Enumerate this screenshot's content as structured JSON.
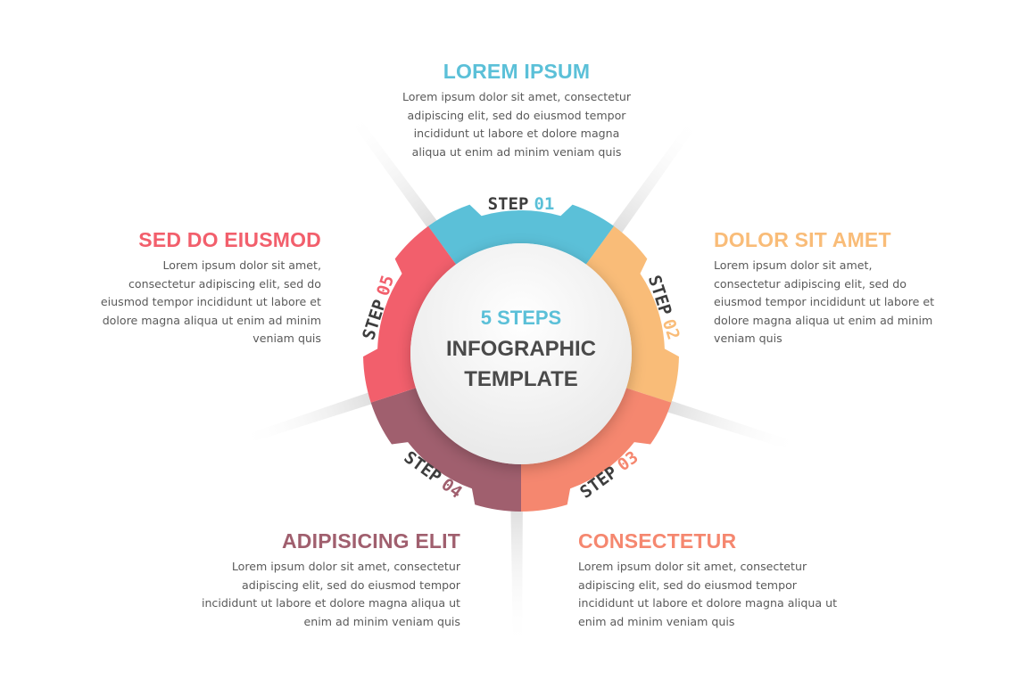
{
  "center": {
    "line1": "5 STEPS",
    "line2": "INFOGRAPHIC",
    "line3": "TEMPLATE",
    "accent": "#5bc0d8",
    "text_color": "#4a4a4a"
  },
  "steps": [
    {
      "word": "STEP",
      "number": "01",
      "color": "#5bc0d8",
      "title": "LOREM IPSUM",
      "lines": [
        "Lorem ipsum dolor sit amet, consectetur",
        "adipiscing elit, sed do eiusmod tempor",
        "incididunt ut labore et dolore magna",
        "aliqua ut enim ad minim veniam quis"
      ]
    },
    {
      "word": "STEP",
      "number": "02",
      "color": "#f9bc78",
      "title": "DOLOR SIT AMET",
      "lines": [
        "Lorem ipsum dolor sit amet,",
        "consectetur adipiscing elit, sed do",
        "eiusmod tempor incididunt ut labore et",
        "dolore magna aliqua ut enim ad minim",
        "veniam quis"
      ]
    },
    {
      "word": "STEP",
      "number": "03",
      "color": "#f5876f",
      "title": "CONSECTETUR",
      "lines": [
        "Lorem ipsum dolor sit amet, consectetur",
        "adipiscing elit, sed do eiusmod tempor",
        "incididunt ut labore et dolore magna aliqua ut",
        "enim ad minim veniam quis"
      ]
    },
    {
      "word": "STEP",
      "number": "04",
      "color": "#a05f6e",
      "title": "ADIPISICING ELIT",
      "lines": [
        "Lorem ipsum dolor sit amet, consectetur",
        "adipiscing elit, sed do eiusmod tempor",
        "incididunt ut labore et dolore magna aliqua ut",
        "enim ad minim veniam quis"
      ]
    },
    {
      "word": "STEP",
      "number": "05",
      "color": "#f25f6c",
      "title": "SED DO EIUSMOD",
      "lines": [
        "Lorem ipsum dolor sit amet,",
        "consectetur adipiscing elit, sed do",
        "eiusmod tempor incididunt ut labore et",
        "dolore magna aliqua ut enim ad minim",
        "veniam quis"
      ]
    }
  ]
}
